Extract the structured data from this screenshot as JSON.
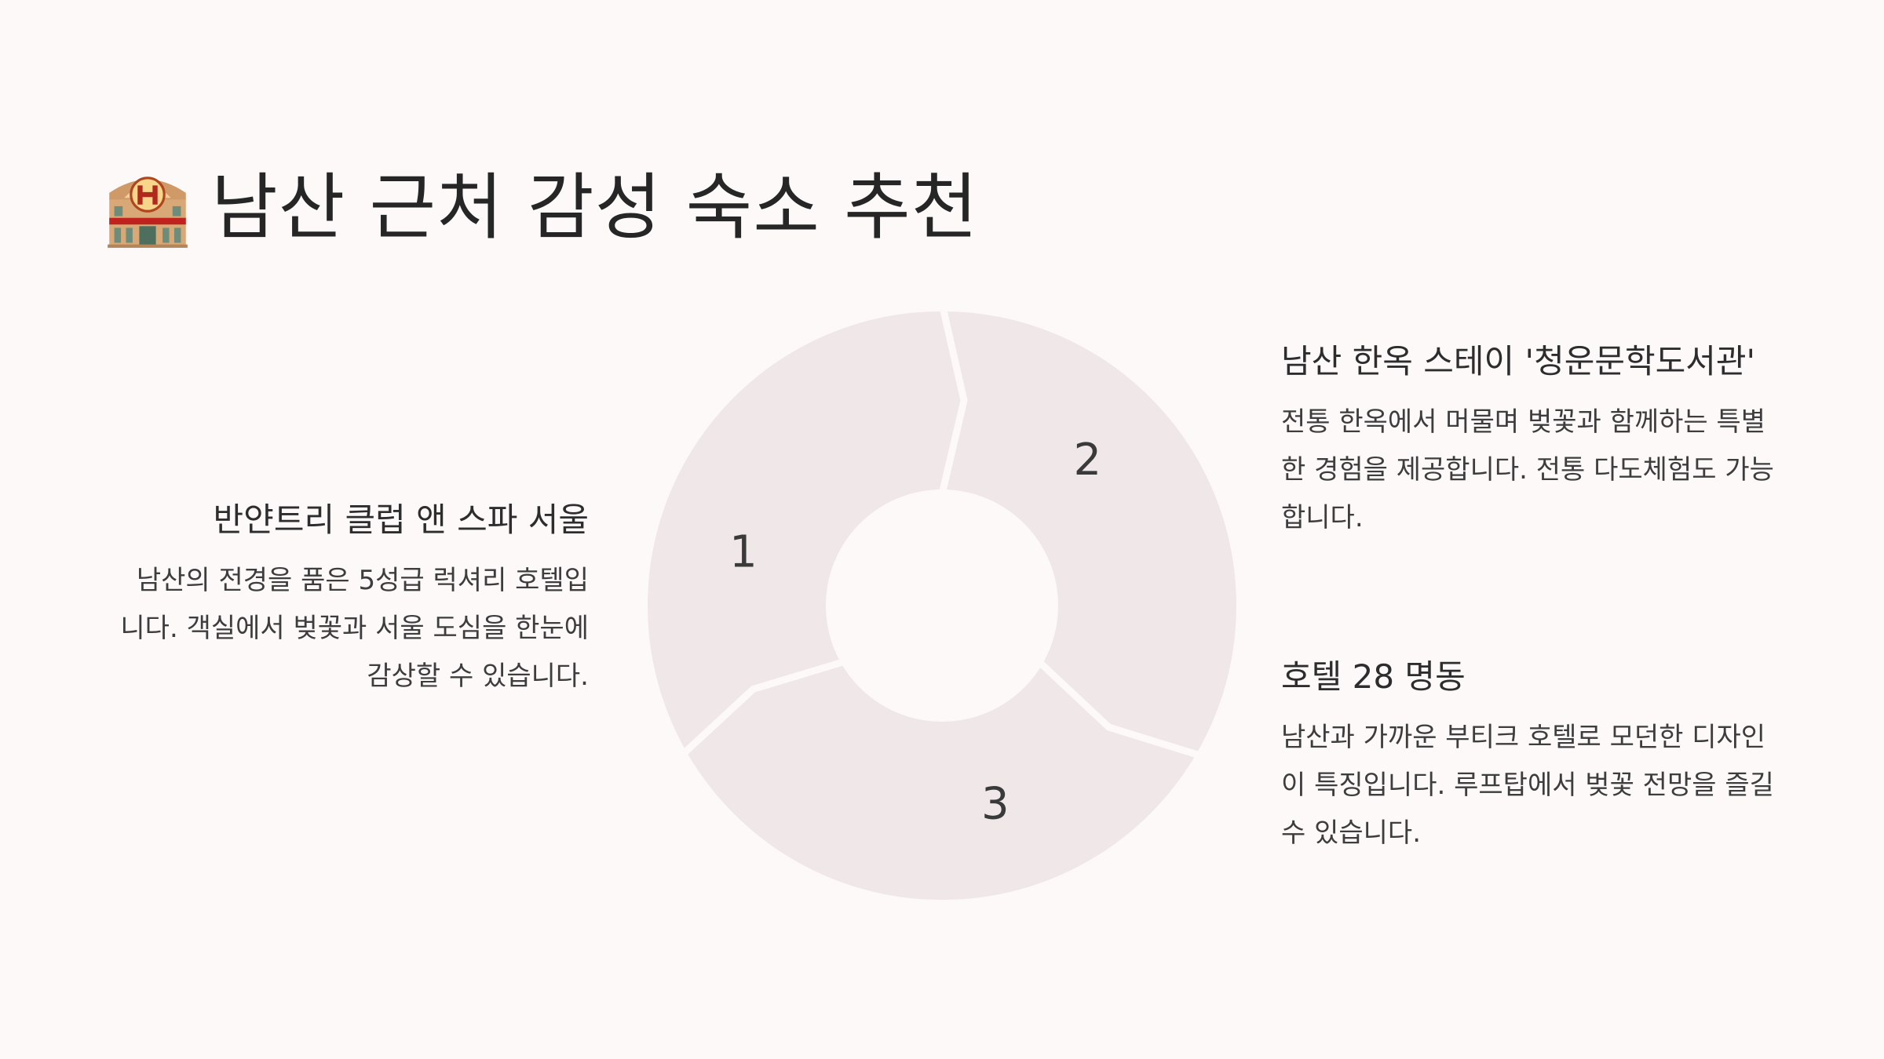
{
  "header": {
    "icon": "hotel-icon",
    "title": "남산 근처 감성 숙소 추천"
  },
  "cycle": {
    "colors": {
      "segment": "#f0e8e8",
      "gap": "#fdf9f8"
    },
    "steps": [
      {
        "number": "1"
      },
      {
        "number": "2"
      },
      {
        "number": "3"
      }
    ]
  },
  "items": [
    {
      "title": "반얀트리 클럽 앤 스파 서울",
      "desc": "남산의 전경을 품은 5성급 럭셔리 호텔입니다. 객실에서 벚꽃과 서울 도심을 한눈에 감상할 수 있습니다."
    },
    {
      "title": "남산 한옥 스테이 '청운문학도서관'",
      "desc": "전통 한옥에서 머물며 벚꽃과 함께하는 특별한 경험을 제공합니다. 전통 다도체험도 가능합니다."
    },
    {
      "title": "호텔 28 명동",
      "desc": "남산과 가까운 부티크 호텔로 모던한 디자인이 특징입니다. 루프탑에서 벚꽃 전망을 즐길 수 있습니다."
    }
  ]
}
